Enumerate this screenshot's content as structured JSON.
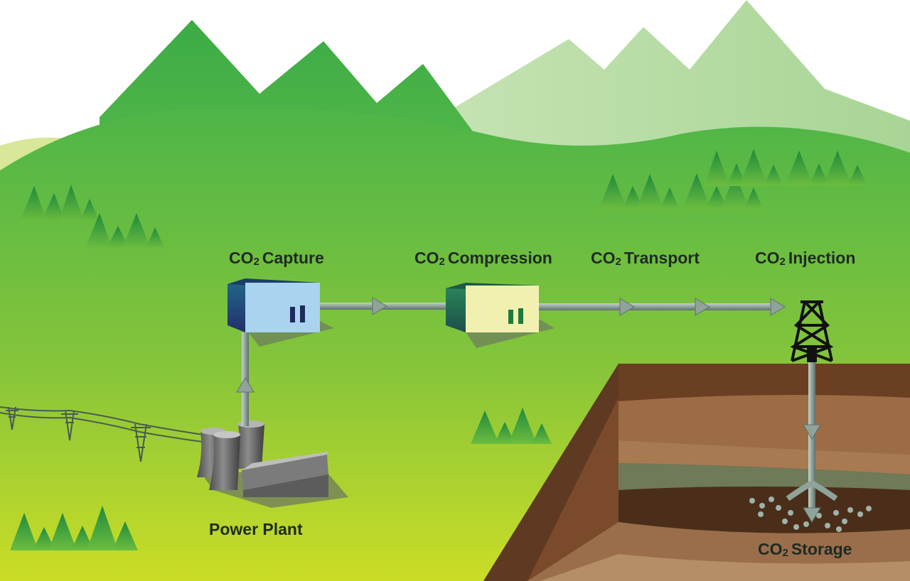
{
  "labels": {
    "capture": {
      "prefix": "CO",
      "sub": "2",
      "text": "Capture"
    },
    "compression": {
      "prefix": "CO",
      "sub": "2",
      "text": "Compression"
    },
    "transport": {
      "prefix": "CO",
      "sub": "2",
      "text": "Transport"
    },
    "injection": {
      "prefix": "CO",
      "sub": "2",
      "text": "Injection"
    },
    "storage": {
      "prefix": "CO",
      "sub": "2",
      "text": "Storage"
    },
    "power_plant": {
      "text": "Power Plant"
    }
  },
  "colors": {
    "sky": "#ffffff",
    "mountain_dark": "#3fae45",
    "mountain_light": "#b6dca0",
    "grass_top": "#4db548",
    "grass_bottom": "#c8dc28",
    "soil_top": "#6b3f22",
    "soil_mid": "#9a6b45",
    "soil_green": "#6b7a55",
    "soil_dark": "#4a2e1a",
    "pipe": "#8fa39a",
    "capture_building": "#a9d3ee",
    "compression_building": "#f2f0b0",
    "label_text": "#1f2a24"
  },
  "icons": [
    "power-plant-icon",
    "capture-building-icon",
    "compression-building-icon",
    "injection-derrick-icon",
    "power-line-tower-icon",
    "tree-icon",
    "co2-bubble-icon",
    "pipeline-arrow-icon"
  ]
}
